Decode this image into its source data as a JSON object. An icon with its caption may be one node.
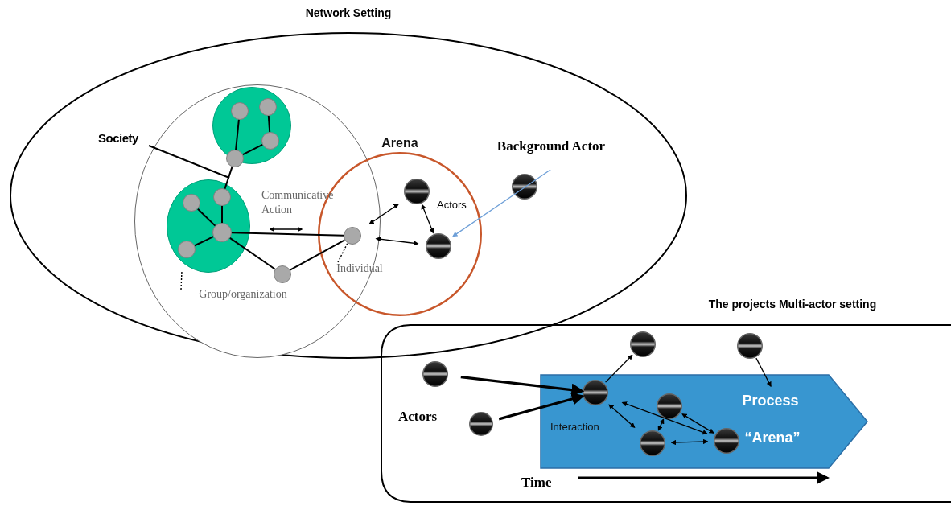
{
  "diagram": {
    "nodes": [
      {
        "text": [
          "Network Setting"
        ]
      },
      {
        "text": [],
        "shape": "circle",
        "in": 0
      },
      {
        "text": [
          "Society"
        ],
        "in": 0
      },
      {
        "text": [],
        "shape": "circle",
        "in": 1
      },
      {
        "text": [],
        "shape": "circle",
        "in": 3
      },
      {
        "text": [],
        "shape": "circle",
        "in": 3
      },
      {
        "text": [],
        "shape": "circle",
        "in": 3
      },
      {
        "text": [],
        "shape": "circle",
        "in": 3
      },
      {
        "text": [],
        "shape": "circle",
        "in": 1
      },
      {
        "text": [],
        "shape": "circle",
        "in": 8
      },
      {
        "text": [],
        "shape": "circle",
        "in": 8
      },
      {
        "text": [],
        "shape": "circle",
        "in": 8
      },
      {
        "text": [],
        "shape": "circle",
        "in": 8
      },
      {
        "text": [],
        "shape": "circle",
        "in": 1
      },
      {
        "text": [
          "Group/organization"
        ],
        "in": 1
      },
      {
        "text": [
          "Arena"
        ],
        "in": 0
      },
      {
        "text": [],
        "shape": "circle"
      },
      {
        "text": [
          "Individual"
        ]
      },
      {
        "text": [],
        "shape": "circle",
        "in": 15
      },
      {
        "text": [],
        "shape": "circle",
        "in": 15
      },
      {
        "text": [
          "Background Actor"
        ],
        "in": 0
      },
      {
        "text": [
          "The projects Multi-actor setting"
        ]
      },
      {
        "text": [],
        "shape": "circle",
        "in": 21
      },
      {
        "text": [],
        "shape": "circle",
        "in": 21
      },
      {
        "text": [],
        "shape": "circle",
        "in": 21
      },
      {
        "text": [],
        "shape": "circle",
        "in": 21
      },
      {
        "text": [
          "Process",
          "Interaction",
          "“Arena”"
        ],
        "in": 21
      },
      {
        "text": [],
        "shape": "circle",
        "in": 26
      },
      {
        "text": [],
        "shape": "circle",
        "in": 26
      },
      {
        "text": [],
        "shape": "circle",
        "in": 26
      },
      {
        "text": [],
        "shape": "circle",
        "in": 26
      }
    ],
    "edges": [
      {
        "from": 2,
        "to": 1,
        "arrow": "none"
      },
      {
        "from": 4,
        "to": 7,
        "arrow": "none"
      },
      {
        "from": 5,
        "to": 6,
        "arrow": "none"
      },
      {
        "from": 6,
        "to": 7,
        "arrow": "none"
      },
      {
        "from": 7,
        "to": 9,
        "arrow": "none"
      },
      {
        "from": 9,
        "to": 11,
        "arrow": "none"
      },
      {
        "from": 10,
        "to": 11,
        "arrow": "none"
      },
      {
        "from": 11,
        "to": 12,
        "arrow": "none"
      },
      {
        "from": 11,
        "to": 16,
        "arrow": "none"
      },
      {
        "from": 11,
        "to": 13,
        "arrow": "none"
      },
      {
        "from": 13,
        "to": 16,
        "arrow": "none"
      },
      {
        "from": 14,
        "to": 8,
        "arrow": "none",
        "style": "dashed"
      },
      {
        "from": 17,
        "to": 16,
        "arrow": "none",
        "style": "dashed"
      },
      {
        "from": 16,
        "to": 18,
        "arrow": "both"
      },
      {
        "from": 18,
        "to": 19,
        "arrow": "both"
      },
      {
        "from": 16,
        "to": 19,
        "arrow": "both"
      },
      {
        "from": 20,
        "to": 19,
        "arrow": "to",
        "color": "#6fa0d8"
      },
      {
        "from": 22,
        "to": 27,
        "arrow": "to",
        "style": "thick"
      },
      {
        "from": 23,
        "to": 27,
        "arrow": "to",
        "style": "thick"
      },
      {
        "from": 27,
        "to": 24,
        "arrow": "to"
      },
      {
        "from": 25,
        "to": 26,
        "arrow": "to"
      },
      {
        "from": 27,
        "to": 30,
        "arrow": "both"
      },
      {
        "from": 27,
        "to": 29,
        "arrow": "both"
      },
      {
        "from": 28,
        "to": 29,
        "arrow": "both"
      },
      {
        "from": 28,
        "to": 30,
        "arrow": "both"
      },
      {
        "from": 29,
        "to": 30,
        "arrow": "both"
      }
    ],
    "labels": [
      "Communicative Action",
      "Actors",
      "Actors",
      "Time"
    ]
  }
}
